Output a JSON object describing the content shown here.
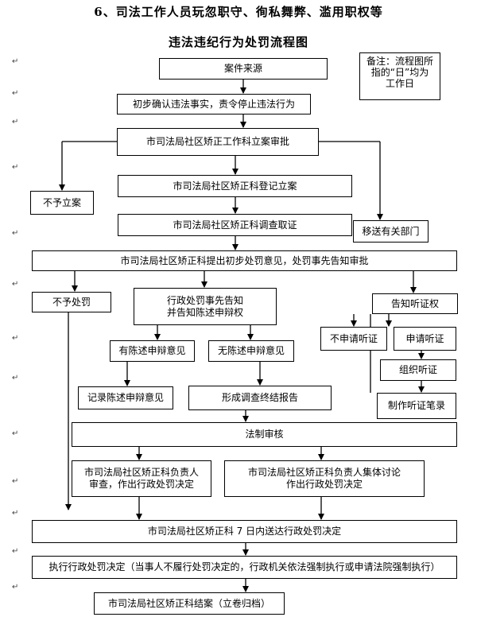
{
  "diagram": {
    "title_line1": "6、司法工作人员玩忽职守、徇私舞弊、滥用职权等",
    "title_line2": "违法违纪行为处罚流程图",
    "note": "备注：流程图所\n指的“日”均为\n工作日",
    "para_mark": "↵",
    "nodes": {
      "case_source": "案件来源",
      "initial_confirm": "初步确认违法事实，责令停止违法行为",
      "filing_approval": "市司法局社区矫正工作科立案审批",
      "no_filing": "不予立案",
      "register": "市司法局社区矫正科登记立案",
      "investigate": "市司法局社区矫正科调查取证",
      "transfer": "移送有关部门",
      "initial_opinion": "市司法局社区矫正科提出初步处罚意见，处罚事先告知审批",
      "no_penalty": "不予处罚",
      "notify_defense": "行政处罚事先告知\n并告知陈述申辩权",
      "notify_hearing": "告知听证权",
      "has_defense": "有陈述申辩意见",
      "no_defense": "无陈述申辩意见",
      "no_hearing": "不申请听证",
      "apply_hearing": "申请听证",
      "organize_hearing": "组织听证",
      "record_defense": "记录陈述申辩意见",
      "final_report": "形成调查终结报告",
      "hearing_record": "制作听证笔录",
      "legal_review": "法制审核",
      "head_decision": "市司法局社区矫正科负责人\n审查，作出行政处罚决定",
      "collective_decision": "市司法局社区矫正科负责人集体讨论\n作出行政处罚决定",
      "deliver": "市司法局社区矫正科 7 日内送达行政处罚决定",
      "execute": "执行行政处罚决定（当事人不履行处罚决定的，行政机关依法强制执行或申请法院强制执行）",
      "close_case": "市司法局社区矫正科结案（立卷归档）"
    }
  }
}
